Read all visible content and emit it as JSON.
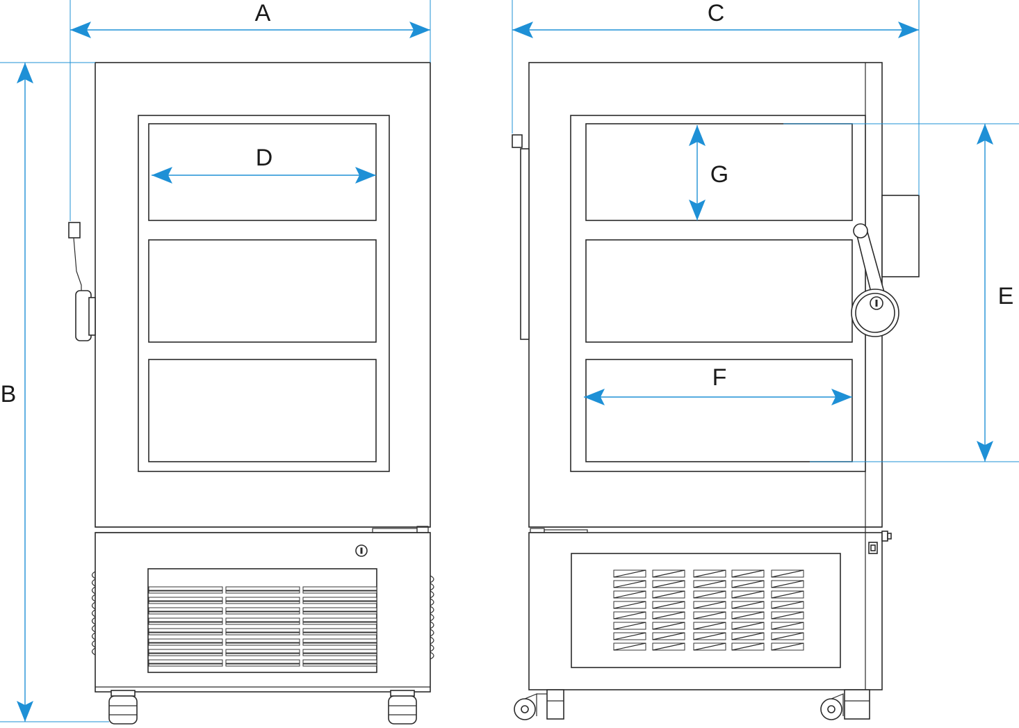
{
  "colors": {
    "dimension": "#1e90d6",
    "outline": "#2a2a2a",
    "background": "#ffffff"
  },
  "views": [
    {
      "name": "front-view"
    },
    {
      "name": "side-view"
    }
  ],
  "dimensions": {
    "A": "A",
    "B": "B",
    "C": "C",
    "D": "D",
    "E": "E",
    "F": "F",
    "G": "G"
  }
}
